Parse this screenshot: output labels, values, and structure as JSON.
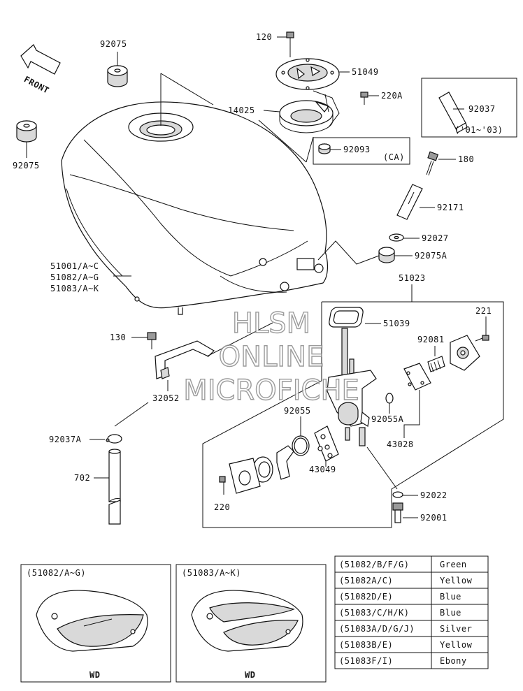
{
  "front_arrow": {
    "label": "FRONT"
  },
  "parts": {
    "p120": "120",
    "p51049": "51049",
    "p220A": "220A",
    "p14025": "14025",
    "p92093": "92093",
    "p92093_note": "(CA)",
    "p92075_top": "92075",
    "p92075_left": "92075",
    "p92037": "92037",
    "p92037_note": "('01~'03)",
    "p180": "180",
    "p92171": "92171",
    "p92027": "92027",
    "p92075A": "92075A",
    "p51001": "51001/A~C",
    "p51082": "51082/A~G",
    "p51083": "51083/A~K",
    "p51023": "51023",
    "p221": "221",
    "p51039": "51039",
    "p92081": "92081",
    "p130": "130",
    "p32052": "32052",
    "p92055": "92055",
    "p92055A": "92055A",
    "p43028": "43028",
    "p43049": "43049",
    "p92037A": "92037A",
    "p702": "702",
    "p220": "220",
    "p92022": "92022",
    "p92001": "92001"
  },
  "watermark": {
    "line1": "HLSM",
    "line2": "ONLINE",
    "line3": "MICROFICHE"
  },
  "variants": [
    {
      "title": "(51082/A~G)",
      "caption": "WD"
    },
    {
      "title": "(51083/A~K)",
      "caption": "WD"
    }
  ],
  "color_table": [
    {
      "part": "(51082/B/F/G)",
      "color": "Green"
    },
    {
      "part": "(51082A/C)",
      "color": "Yellow"
    },
    {
      "part": "(51082D/E)",
      "color": "Blue"
    },
    {
      "part": "(51083/C/H/K)",
      "color": "Blue"
    },
    {
      "part": "(51083A/D/G/J)",
      "color": "Silver"
    },
    {
      "part": "(51083B/E)",
      "color": "Yellow"
    },
    {
      "part": "(51083F/I)",
      "color": "Ebony"
    }
  ]
}
